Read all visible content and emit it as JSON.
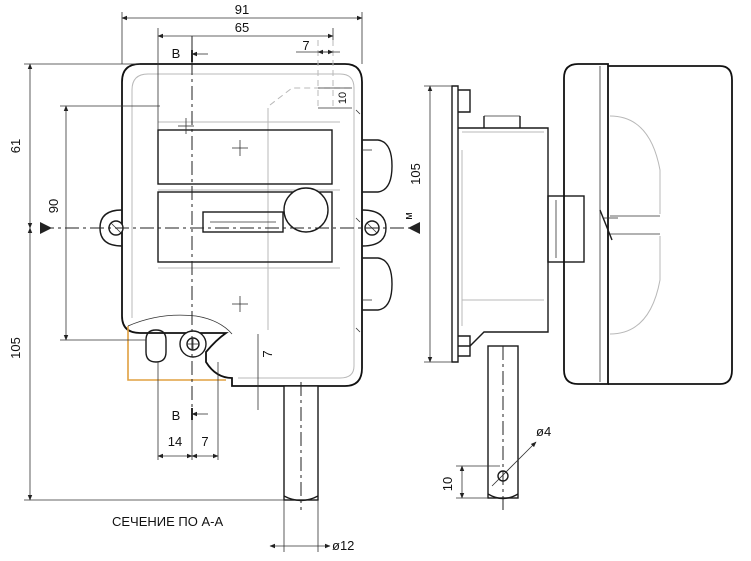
{
  "dimensions": {
    "width_total": "91",
    "width_inner": "65",
    "top_offset": "7",
    "top_small": "10",
    "left_upper": "61",
    "left_mid": "90",
    "left_lower": "105",
    "bottom_left": "14",
    "bottom_right": "7",
    "side_inner": "7",
    "side_height": "105",
    "pin_diameter": "ø4",
    "pin_offset": "10",
    "stem_diameter": "ø12"
  },
  "labels": {
    "section_top": "В",
    "section_bottom": "В",
    "side_mark": "м",
    "caption": "СЕЧЕНИЕ ПО А-А"
  }
}
